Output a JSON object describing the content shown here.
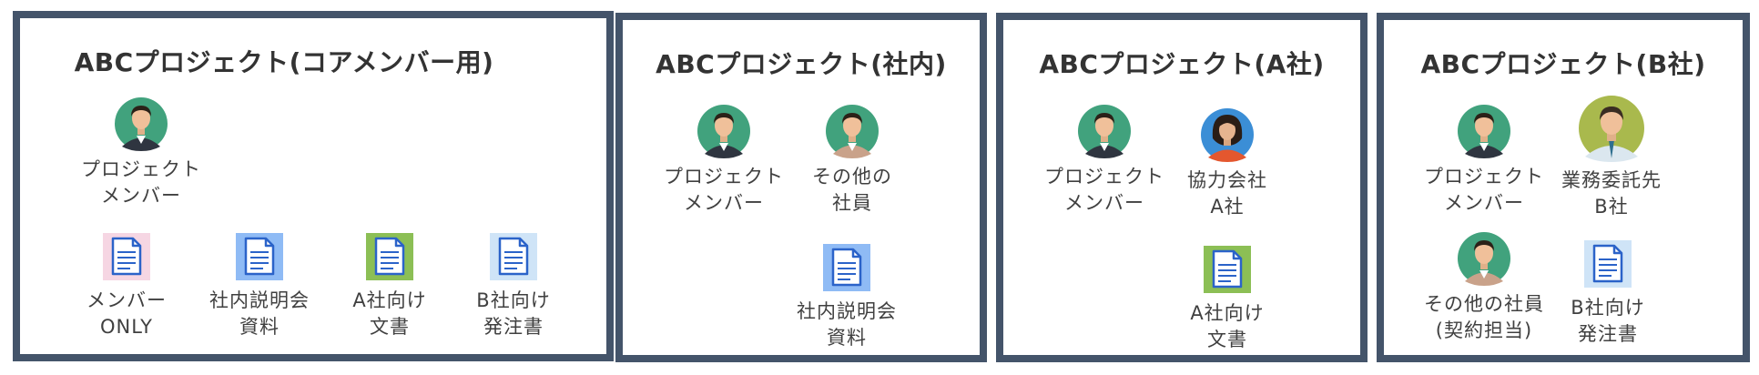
{
  "colors": {
    "frame": "#44546a",
    "doc_pink": "#f6d6e3",
    "doc_blue": "#8fbbf5",
    "doc_green": "#8cbf55",
    "doc_lightblue": "#cfe4f7",
    "doc_stroke": "#2b63c9",
    "avatar_teal": "#41a27d",
    "avatar_gray": "#d7dcde",
    "avatar_blue": "#3b8ed6",
    "avatar_olive": "#a9b94d"
  },
  "panels": [
    {
      "title": "ABCプロジェクト(コアメンバー用)",
      "items": [
        {
          "icon": "person-icon",
          "label": "プロジェクト\nメンバー"
        },
        {
          "icon": "document-pink-icon",
          "label": "メンバー\nONLY"
        },
        {
          "icon": "document-blue-icon",
          "label": "社内説明会\n資料"
        },
        {
          "icon": "document-green-icon",
          "label": "A社向け\n文書"
        },
        {
          "icon": "document-lightblue-icon",
          "label": "B社向け\n発注書"
        }
      ]
    },
    {
      "title": "ABCプロジェクト(社内)",
      "items": [
        {
          "icon": "person-icon",
          "label": "プロジェクト\nメンバー"
        },
        {
          "icon": "employee-icon",
          "label": "その他の\n社員"
        },
        {
          "icon": "document-blue-icon",
          "label": "社内説明会\n資料"
        }
      ]
    },
    {
      "title": "ABCプロジェクト(A社)",
      "items": [
        {
          "icon": "person-icon",
          "label": "プロジェクト\nメンバー"
        },
        {
          "icon": "woman-icon",
          "label": "協力会社\nA社"
        },
        {
          "icon": "document-green-icon",
          "label": "A社向け\n文書"
        }
      ]
    },
    {
      "title": "ABCプロジェクト(B社)",
      "items": [
        {
          "icon": "person-icon",
          "label": "プロジェクト\nメンバー"
        },
        {
          "icon": "contractor-icon",
          "label": "業務委託先\nB社"
        },
        {
          "icon": "employee-icon",
          "label": "その他の社員\n(契約担当)"
        },
        {
          "icon": "document-lightblue-icon",
          "label": "B社向け\n発注書"
        }
      ]
    }
  ]
}
